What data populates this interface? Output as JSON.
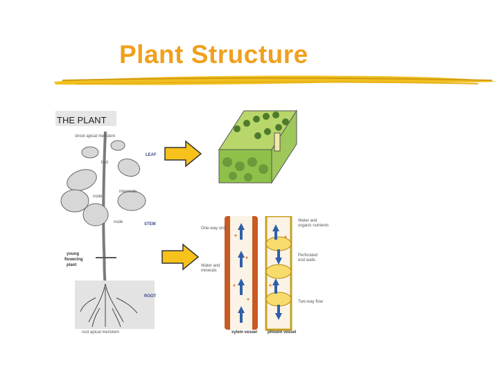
{
  "slide": {
    "title": "Plant Structure",
    "accent_color": "#f0a01e",
    "arrow_color": "#f7c21c"
  },
  "plant_figure": {
    "heading": "THE PLANT",
    "labels": {
      "shoot": "shoot apical meristem",
      "leaf": "LEAF",
      "bud": "bud",
      "internode": "internode",
      "node1": "node",
      "node2": "node",
      "stem": "STEM",
      "young": "young",
      "flowering": "flowering",
      "plant": "plant",
      "root": "ROOT",
      "root_meristem": "root apical meristem"
    }
  },
  "vessel_figure": {
    "labels": {
      "one_way": "One-way only",
      "water_minerals_1": "Water and",
      "water_minerals_2": "minerals",
      "water_organic_1": "Water and",
      "water_organic_2": "organic nutrients",
      "perforated_1": "Perforated",
      "perforated_2": "end walls",
      "two_way": "Two-way flow",
      "xylem": "xylem vessel",
      "phloem": "phloem vessel"
    }
  }
}
